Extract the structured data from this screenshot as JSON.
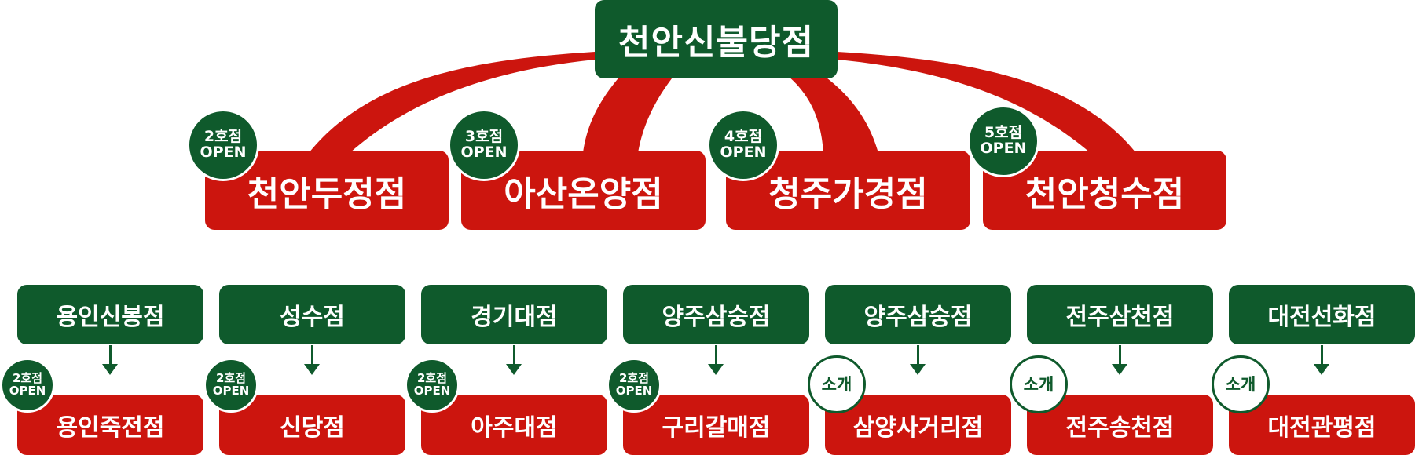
{
  "colors": {
    "green": "#0f5a2c",
    "red": "#cc150e",
    "white": "#ffffff"
  },
  "root": {
    "label": "천안신불당점"
  },
  "tier1": [
    {
      "label": "천안두정점",
      "badge": [
        "2호점",
        "OPEN"
      ]
    },
    {
      "label": "아산온양점",
      "badge": [
        "3호점",
        "OPEN"
      ]
    },
    {
      "label": "청주가경점",
      "badge": [
        "4호점",
        "OPEN"
      ]
    },
    {
      "label": "천안청수점",
      "badge": [
        "5호점",
        "OPEN"
      ]
    }
  ],
  "pairs": [
    {
      "source": "용인신봉점",
      "target": "용인죽전점",
      "badge": [
        "2호점",
        "OPEN"
      ]
    },
    {
      "source": "성수점",
      "target": "신당점",
      "badge": [
        "2호점",
        "OPEN"
      ]
    },
    {
      "source": "경기대점",
      "target": "아주대점",
      "badge": [
        "2호점",
        "OPEN"
      ]
    },
    {
      "source": "양주삼숭점",
      "target": "구리갈매점",
      "badge": [
        "2호점",
        "OPEN"
      ]
    },
    {
      "source": "양주삼숭점",
      "target": "삼양사거리점",
      "badge": [
        "소개"
      ]
    },
    {
      "source": "전주삼천점",
      "target": "전주송천점",
      "badge": [
        "소개"
      ]
    },
    {
      "source": "대전선화점",
      "target": "대전관평점",
      "badge": [
        "소개"
      ]
    }
  ]
}
